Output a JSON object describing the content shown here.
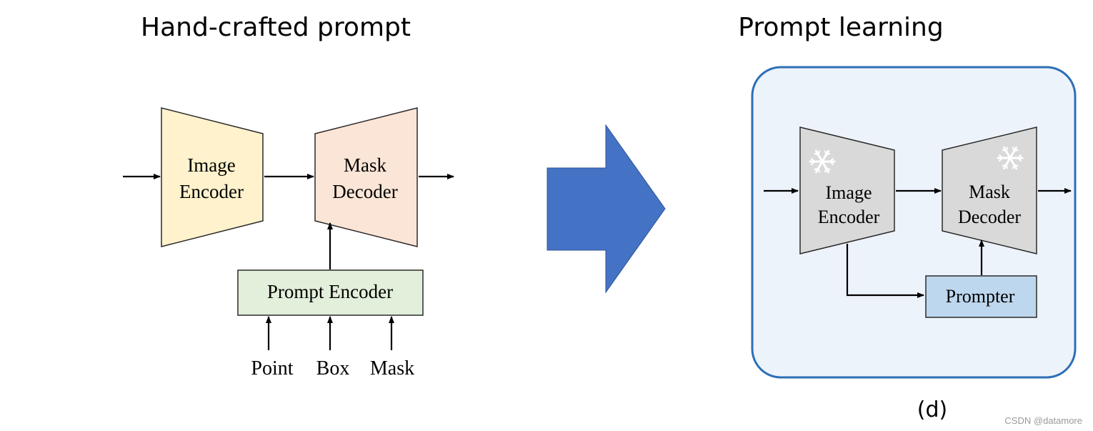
{
  "left_panel": {
    "title": "Hand-crafted prompt",
    "image_encoder_line1": "Image",
    "image_encoder_line2": "Encoder",
    "mask_decoder_line1": "Mask",
    "mask_decoder_line2": "Decoder",
    "prompt_encoder": "Prompt Encoder",
    "inputs": [
      "Point",
      "Box",
      "Mask"
    ]
  },
  "right_panel": {
    "title": "Prompt learning",
    "image_encoder_line1": "Image",
    "image_encoder_line2": "Encoder",
    "mask_decoder_line1": "Mask",
    "mask_decoder_line2": "Decoder",
    "prompter": "Prompter",
    "label": "(d)"
  },
  "icons": {
    "frozen": "snowflake-icon",
    "transition": "block-arrow-right-icon"
  },
  "watermark": "CSDN @datamore",
  "colors": {
    "image_encoder_fill": "#fff2cc",
    "mask_decoder_fill": "#fbe5d6",
    "prompt_encoder_fill": "#e2efda",
    "frozen_module_fill": "#d9d9d9",
    "prompter_fill": "#bdd7ee",
    "panel_fill": "#edf3fb",
    "panel_border": "#2e6fb5",
    "big_arrow": "#4472c4"
  }
}
